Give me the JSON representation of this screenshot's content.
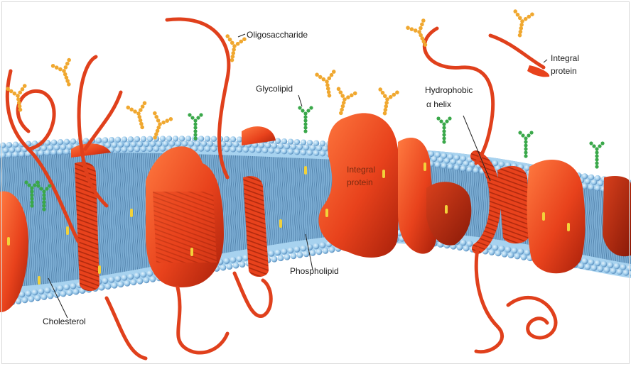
{
  "labels": {
    "oligosaccharide": "Oligosaccharide",
    "glycolipid": "Glycolipid",
    "hydrophobic_line1": "Hydrophobic",
    "hydrophobic_line2": "α helix",
    "integral_protein_top_line1": "Integral",
    "integral_protein_top_line2": "protein",
    "integral_protein_mid_line1": "Integral",
    "integral_protein_mid_line2": "protein",
    "phospholipid": "Phospholipid",
    "cholesterol": "Cholesterol"
  },
  "colors": {
    "protein": "#e8421c",
    "protein_dark": "#b8260c",
    "lipid_head": "#8fc3e6",
    "lipid_tail": "#6f9fc8",
    "sugar": "#f0a830",
    "glyco": "#3aa84a",
    "cholesterol": "#f2d23a"
  }
}
